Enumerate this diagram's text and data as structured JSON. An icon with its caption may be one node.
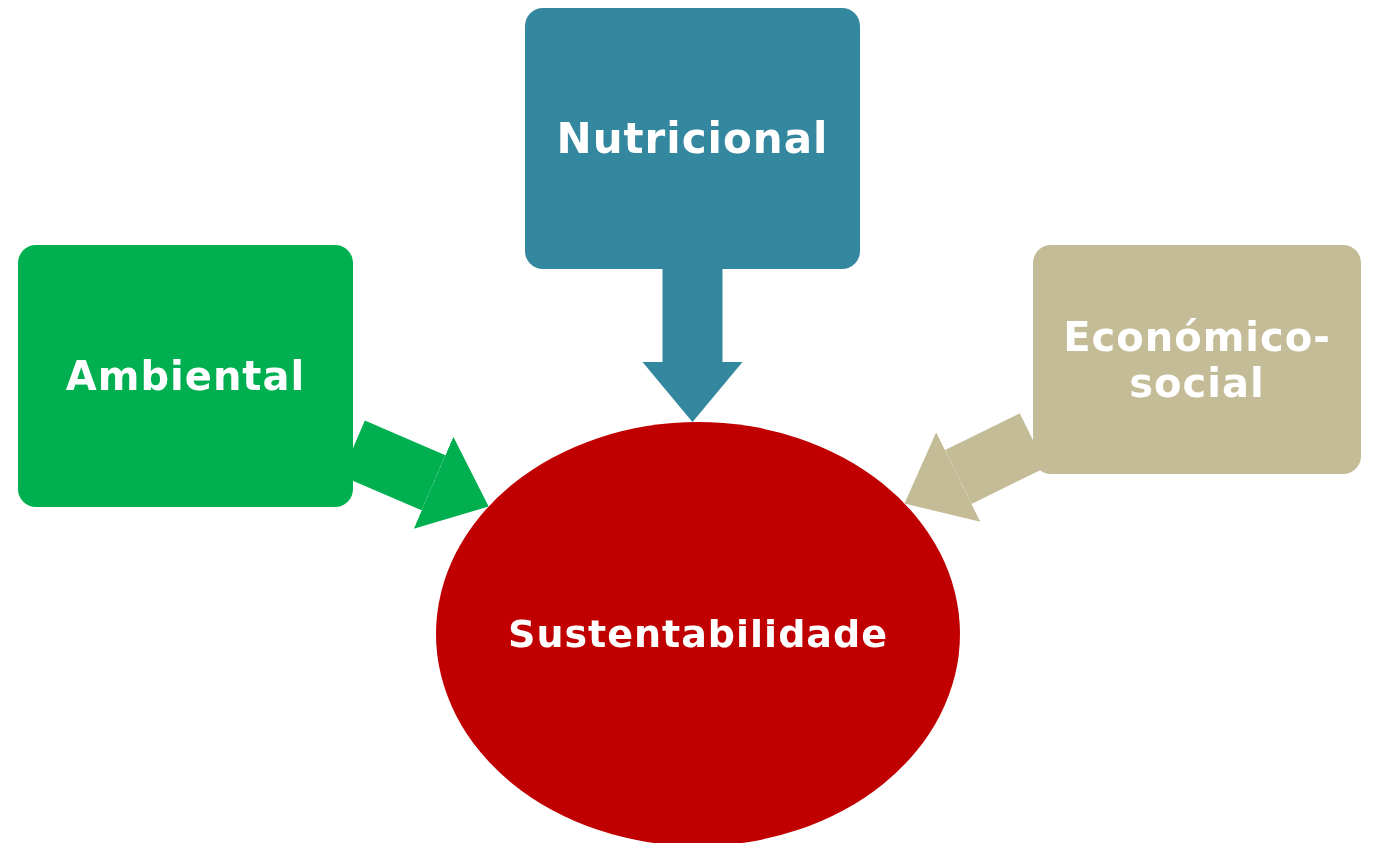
{
  "diagram": {
    "nodes": [
      {
        "text": [
          "Nutricional"
        ]
      },
      {
        "text": [
          "Ambiental"
        ]
      },
      {
        "text": [
          "Económico-social"
        ]
      },
      {
        "text": [
          "Sustentabilidade"
        ]
      }
    ],
    "edges": [
      {
        "from": 0,
        "to": 3,
        "arrow": "to",
        "color": "#33879e"
      },
      {
        "from": 1,
        "to": 3,
        "arrow": "to",
        "color": "#00b050"
      },
      {
        "from": 2,
        "to": 3,
        "arrow": "to",
        "color": "#c4bc96"
      }
    ]
  }
}
